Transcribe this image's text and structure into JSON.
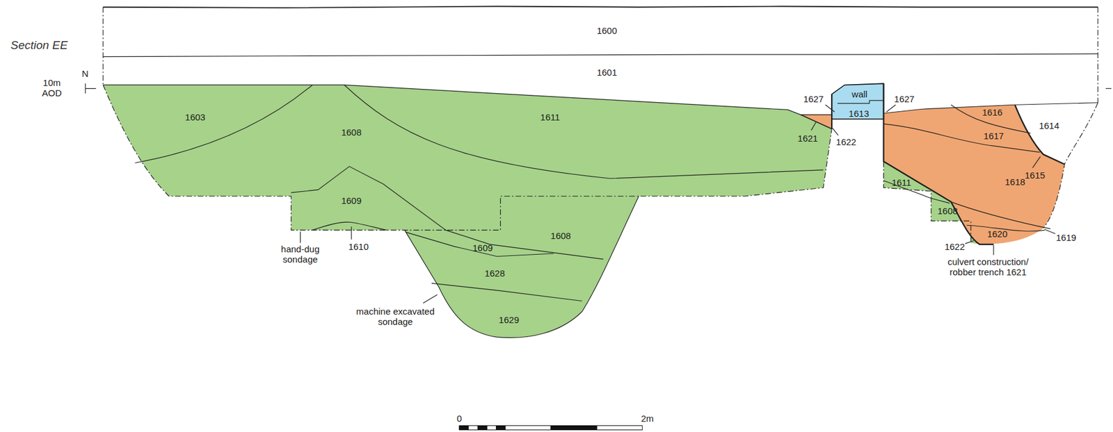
{
  "diagram": {
    "title": "Section EE",
    "labels": [
      "N",
      "10m AOD",
      "1600",
      "1601",
      "1603",
      "1608",
      "1611",
      "1627",
      "wall",
      "1627",
      "1613",
      "1616",
      "1614",
      "1617",
      "1621",
      "1622",
      "1618",
      "1615",
      "1609",
      "1611",
      "1608",
      "1610",
      "1608",
      "1609",
      "1620",
      "1619",
      "1622",
      "hand-dug sondage",
      "culvert construction/ robber trench 1621",
      "1628",
      "machine excavated sondage",
      "1629",
      "0",
      "2m"
    ]
  }
}
